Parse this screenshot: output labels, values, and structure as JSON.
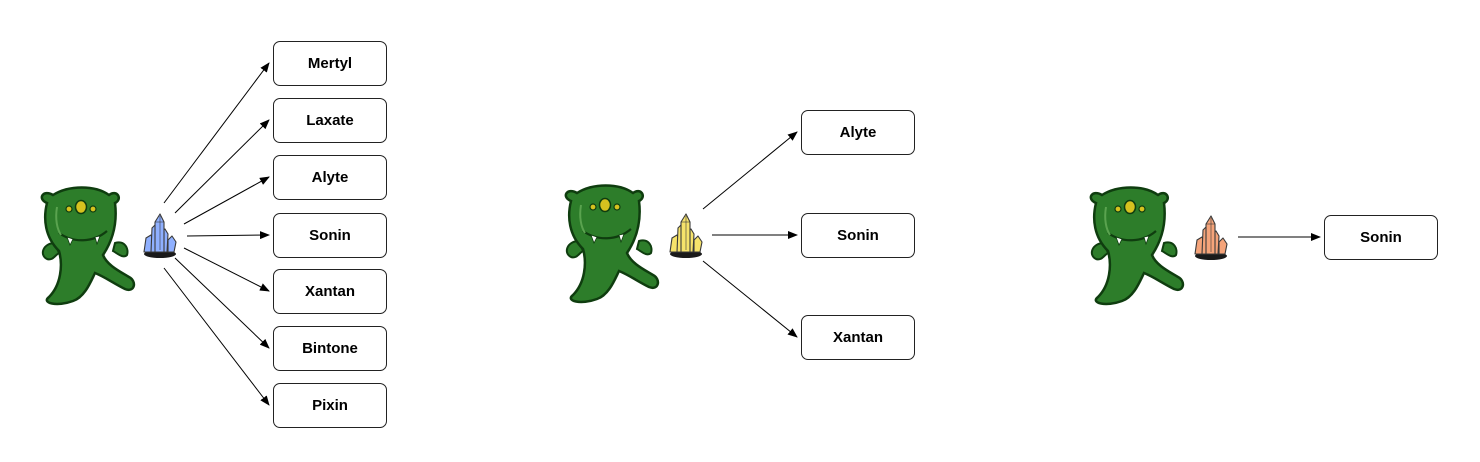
{
  "colors": {
    "monster_body": "#2d7d2a",
    "monster_dark": "#0f3d0f",
    "monster_eye": "#d6c21f",
    "crystal_blue": "#8fb0ff",
    "crystal_yellow": "#f6e36b",
    "crystal_orange": "#f5a47a",
    "line": "#000000"
  },
  "panels": [
    {
      "monster_icon": "green-monster-icon",
      "crystal_icon": "blue-crystal-icon",
      "crystal_color": "#8fb0ff",
      "labels": [
        "Mertyl",
        "Laxate",
        "Alyte",
        "Sonin",
        "Xantan",
        "Bintone",
        "Pixin"
      ]
    },
    {
      "monster_icon": "green-monster-icon",
      "crystal_icon": "yellow-crystal-icon",
      "crystal_color": "#f6e36b",
      "labels": [
        "Alyte",
        "Sonin",
        "Xantan"
      ]
    },
    {
      "monster_icon": "green-monster-icon",
      "crystal_icon": "orange-crystal-icon",
      "crystal_color": "#f5a47a",
      "labels": [
        "Sonin"
      ]
    }
  ]
}
